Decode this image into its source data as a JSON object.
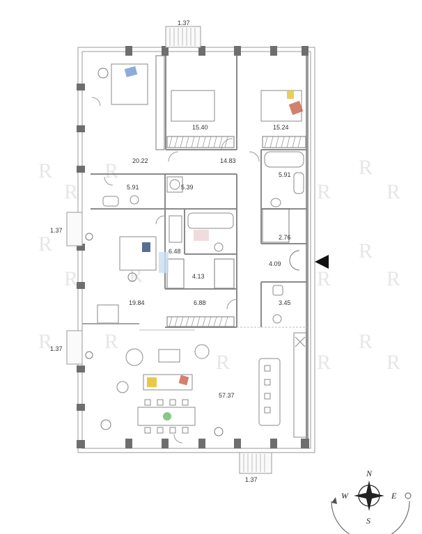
{
  "rooms": {
    "bedroom_nw": "20.22",
    "bedroom_n1": "15.40",
    "bedroom_n2": "15.24",
    "hall_n": "14.83",
    "bath_w": "5.91",
    "bath_e": "5.91",
    "laundry": "5.39",
    "bedroom_w": "19.84",
    "wardrobe_w": "6.48",
    "corridor": "4.13",
    "wardrobe_c": "6.88",
    "closet_e": "2.76",
    "entrance": "4.09",
    "wc_e": "3.45",
    "living": "57.37"
  },
  "balconies": {
    "top": "1.37",
    "left_mid": "1.37",
    "left_low": "1.37",
    "bottom": "1.37"
  },
  "compass": {
    "n": "N",
    "s": "S",
    "w": "W",
    "e": "E"
  },
  "watermark": "R",
  "colors": {
    "wall": "#9a9a9a",
    "accent_yellow": "#e8c84a",
    "accent_red": "#c8604a",
    "accent_blue": "#5a8ac8"
  }
}
